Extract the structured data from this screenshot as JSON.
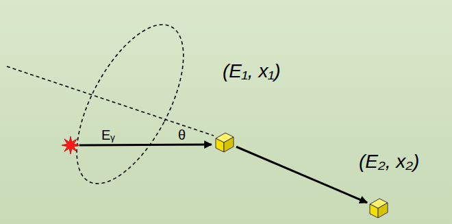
{
  "diagram": {
    "nodes": [
      {
        "text": [
          "(E₁, x₁)"
        ]
      },
      {
        "text": [
          "(E₂, x₂)"
        ]
      }
    ],
    "edges": [
      {
        "from": 0,
        "to": 1,
        "arrow": "to"
      }
    ],
    "labels": [
      "Eᵧ",
      "θ"
    ]
  }
}
